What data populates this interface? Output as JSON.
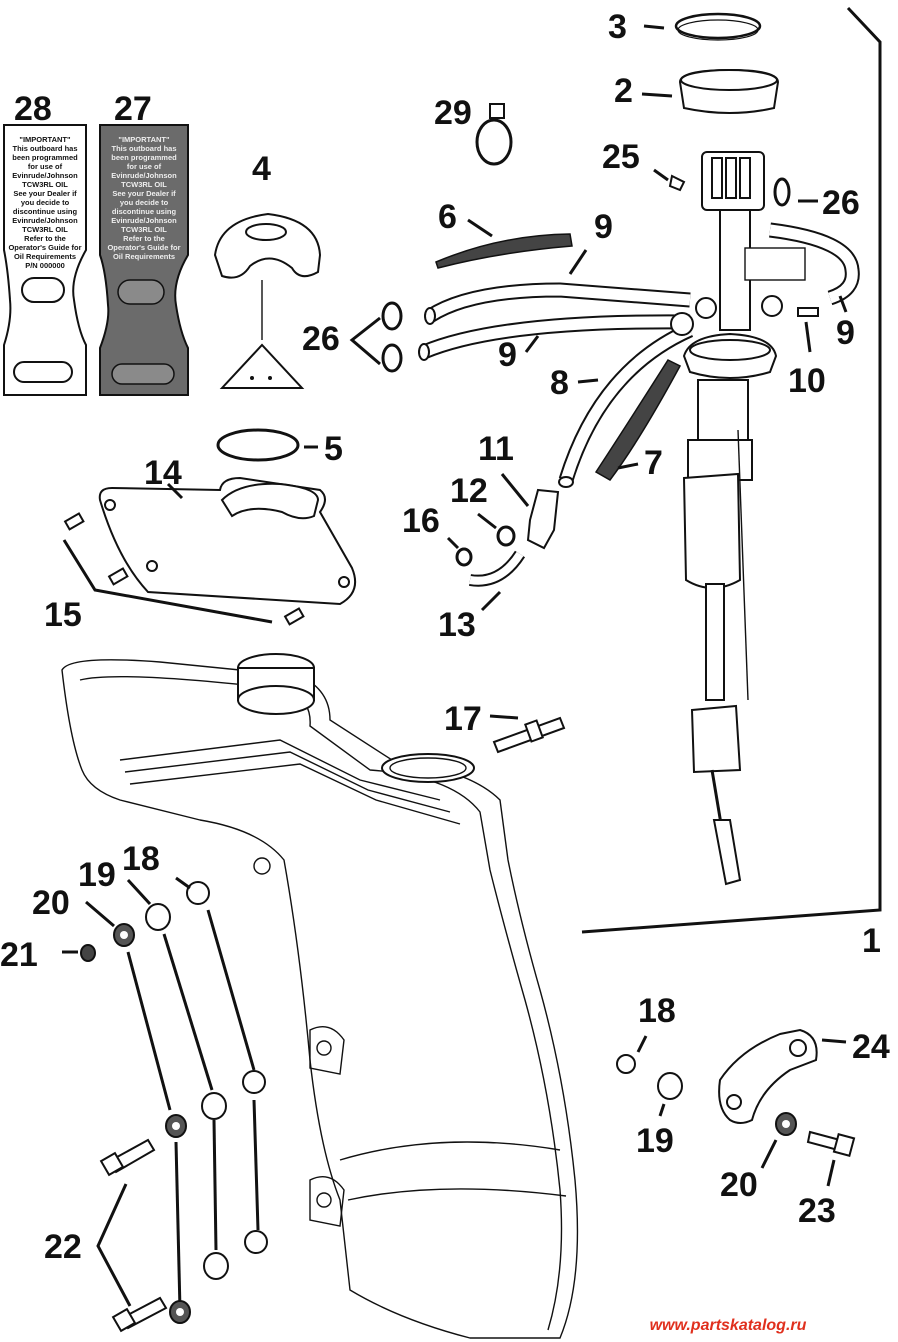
{
  "callouts": [
    {
      "id": "c1",
      "text": "1"
    },
    {
      "id": "c2",
      "text": "2"
    },
    {
      "id": "c3",
      "text": "3"
    },
    {
      "id": "c4",
      "text": "4"
    },
    {
      "id": "c5",
      "text": "5"
    },
    {
      "id": "c6",
      "text": "6"
    },
    {
      "id": "c7",
      "text": "7"
    },
    {
      "id": "c8",
      "text": "8"
    },
    {
      "id": "c9a",
      "text": "9"
    },
    {
      "id": "c9b",
      "text": "9"
    },
    {
      "id": "c9c",
      "text": "9"
    },
    {
      "id": "c10",
      "text": "10"
    },
    {
      "id": "c11",
      "text": "11"
    },
    {
      "id": "c12",
      "text": "12"
    },
    {
      "id": "c13",
      "text": "13"
    },
    {
      "id": "c14",
      "text": "14"
    },
    {
      "id": "c15",
      "text": "15"
    },
    {
      "id": "c16",
      "text": "16"
    },
    {
      "id": "c17",
      "text": "17"
    },
    {
      "id": "c18a",
      "text": "18"
    },
    {
      "id": "c18b",
      "text": "18"
    },
    {
      "id": "c19a",
      "text": "19"
    },
    {
      "id": "c19b",
      "text": "19"
    },
    {
      "id": "c20a",
      "text": "20"
    },
    {
      "id": "c20b",
      "text": "20"
    },
    {
      "id": "c21",
      "text": "21"
    },
    {
      "id": "c22",
      "text": "22"
    },
    {
      "id": "c23",
      "text": "23"
    },
    {
      "id": "c24",
      "text": "24"
    },
    {
      "id": "c25",
      "text": "25"
    },
    {
      "id": "c26a",
      "text": "26"
    },
    {
      "id": "c26b",
      "text": "26"
    },
    {
      "id": "c27",
      "text": "27"
    },
    {
      "id": "c28",
      "text": "28"
    },
    {
      "id": "c29",
      "text": "29"
    }
  ],
  "decal_28": {
    "lines": [
      "\"IMPORTANT\"",
      "This outboard has",
      "been programmed",
      "for use of",
      "Evinrude/Johnson",
      "TCW3RL OIL",
      "See your Dealer if",
      "you decide to",
      "discontinue using",
      "Evinrude/Johnson",
      "TCW3RL OIL",
      "Refer to the",
      "Operator's Guide for",
      "Oil Requirements",
      "P/N 000000"
    ]
  },
  "decal_27": {
    "lines": [
      "\"IMPORTANT\"",
      "This outboard has",
      "been programmed",
      "for use of",
      "Evinrude/Johnson",
      "TCW3RL OIL",
      "See your Dealer if",
      "you decide to",
      "discontinue using",
      "Evinrude/Johnson",
      "TCW3RL OIL",
      "Refer to the",
      "Operator's Guide for",
      "Oil Requirements"
    ]
  },
  "watermark": "www.partskatalog.ru"
}
